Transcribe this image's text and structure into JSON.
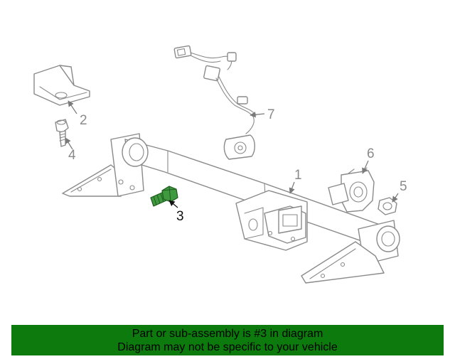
{
  "callouts": {
    "c1": "1",
    "c2": "2",
    "c3": "3",
    "c4": "4",
    "c5": "5",
    "c6": "6",
    "c7": "7"
  },
  "highlighted_part": "3",
  "colors": {
    "highlight": "#3f9a3f",
    "banner": "#0c7a0c",
    "line_art": "#8a8a8a"
  },
  "banner": {
    "line1": "Part or sub-assembly is #3 in diagram",
    "line2": "Diagram may not be specific to your vehicle"
  }
}
